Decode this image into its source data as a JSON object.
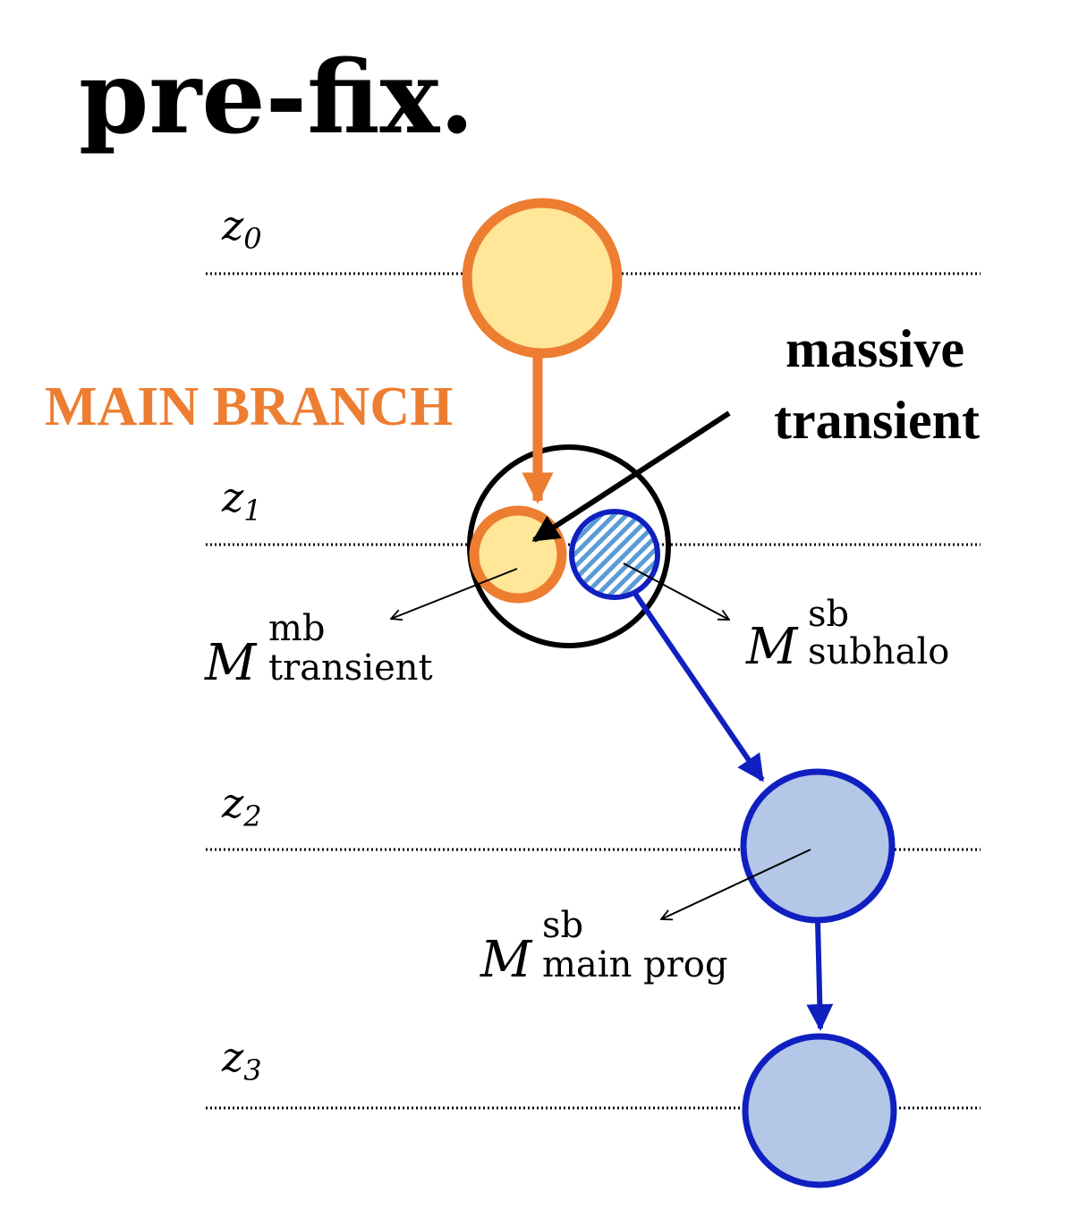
{
  "title": "pre-fix.",
  "main_branch_label": "MAIN BRANCH",
  "annotation": {
    "line1": "massive",
    "line2": "transient"
  },
  "levels": [
    {
      "var": "z",
      "sub": "0"
    },
    {
      "var": "z",
      "sub": "1"
    },
    {
      "var": "z",
      "sub": "2"
    },
    {
      "var": "z",
      "sub": "3"
    }
  ],
  "mass_labels": {
    "transient": {
      "symbol": "M",
      "sup": "mb",
      "sub": "transient"
    },
    "subhalo": {
      "symbol": "M",
      "sup": "sb",
      "sub": "subhalo"
    },
    "main_prog": {
      "symbol": "M",
      "sup": "sb",
      "sub": "main prog"
    }
  },
  "colors": {
    "main_branch_stroke": "#ed7d31",
    "main_branch_fill": "#ffe699",
    "secondary_stroke": "#1020c0",
    "secondary_fill": "#b4c7e7",
    "hatch": "#5b9bd5"
  }
}
